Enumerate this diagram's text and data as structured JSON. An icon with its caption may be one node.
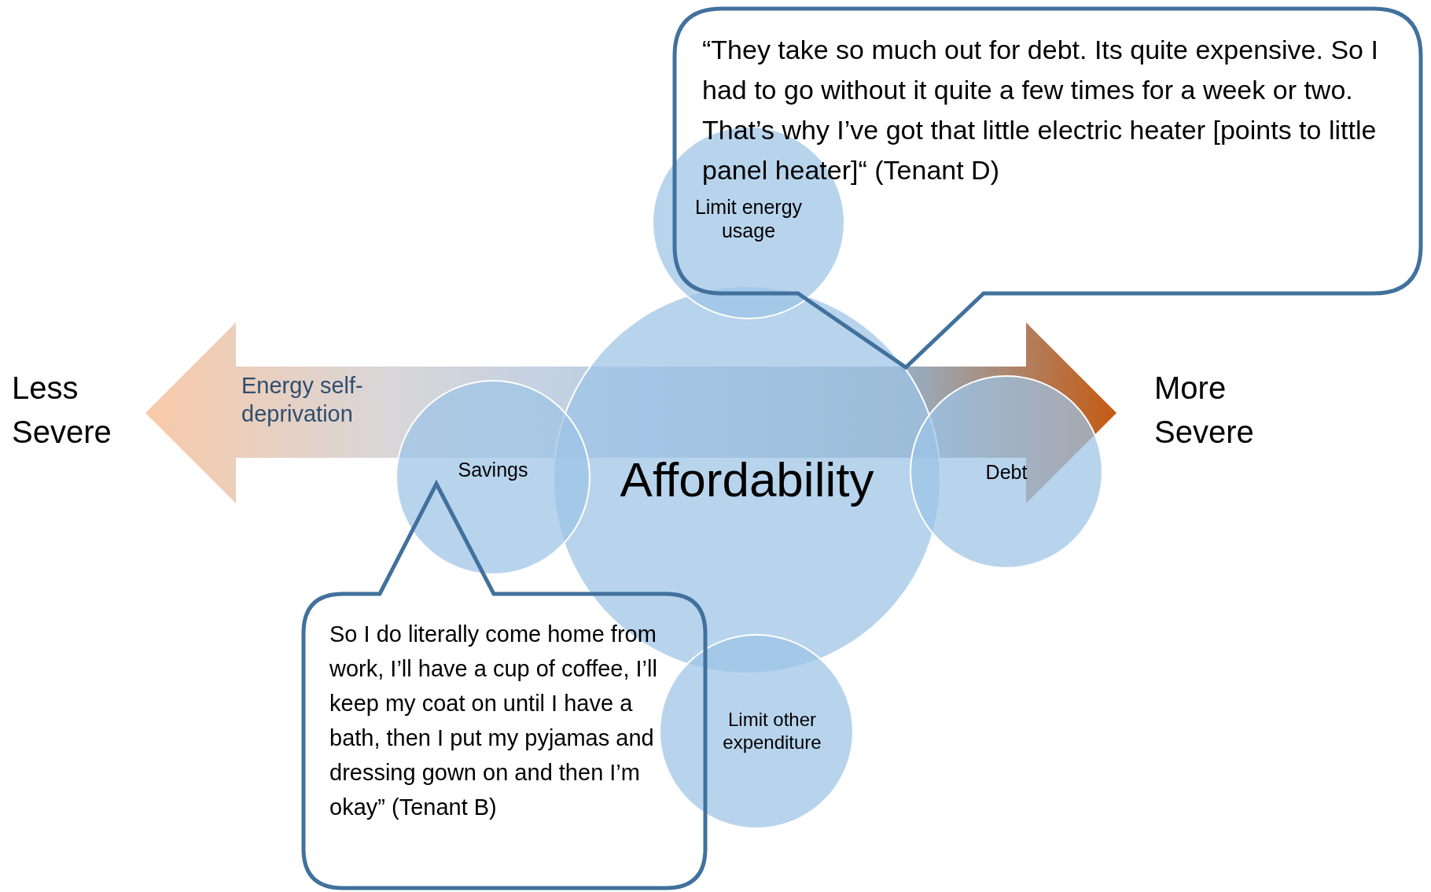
{
  "diagram": {
    "nodes": [
      {
        "text": [
          "Energy self-deprivation"
        ]
      },
      {
        "text": [
          "Affordability"
        ]
      },
      {
        "text": [
          "Savings"
        ]
      },
      {
        "text": [
          "Debt"
        ]
      },
      {
        "text": [
          "Limit energy usage"
        ]
      },
      {
        "text": [
          "Limit other expenditure"
        ]
      },
      {
        "text": [
          "“They take so much out for debt. Its quite expensive. So I had to go without it quite a few times for a week or two. That’s why I’ve got that little electric heater [points to little panel heater]“ (Tenant D)"
        ]
      },
      {
        "text": [
          "So I do literally come home from work, I’ll have a cup of coffee, I’ll keep my coat on until I have a bath, then I put my pyjamas and dressing gown on and then I’m okay” (Tenant B)"
        ]
      }
    ],
    "labels": [
      "Less Severe",
      "More Severe"
    ]
  }
}
